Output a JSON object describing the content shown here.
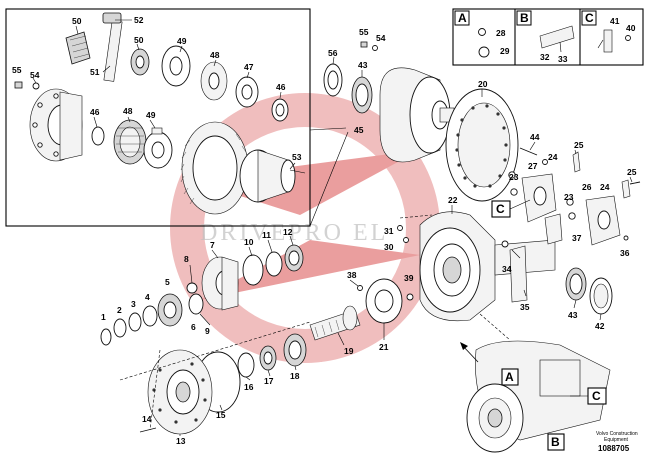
{
  "diagram": {
    "watermark": "DRIVEPRO EL",
    "footer": {
      "line1": "Volvo Construction",
      "line2": "Equipment",
      "code": "1088705"
    },
    "reference_boxes": [
      {
        "letter": "A",
        "parts": [
          "28",
          "29"
        ]
      },
      {
        "letter": "B",
        "parts": [
          "32",
          "33"
        ]
      },
      {
        "letter": "C",
        "parts": [
          "41",
          "40"
        ]
      }
    ],
    "view_labels": [
      "C",
      "A",
      "C",
      "B"
    ],
    "callouts": [
      "50",
      "52",
      "50",
      "49",
      "48",
      "47",
      "46",
      "55",
      "54",
      "51",
      "46",
      "48",
      "49",
      "53",
      "56",
      "43",
      "55",
      "54",
      "20",
      "45",
      "44",
      "25",
      "24",
      "23",
      "27",
      "26",
      "25",
      "23",
      "24",
      "22",
      "31",
      "30",
      "37",
      "36",
      "34",
      "35",
      "43",
      "42",
      "39",
      "38",
      "21",
      "19",
      "7",
      "8",
      "10",
      "11",
      "12",
      "5",
      "4",
      "3",
      "2",
      "1",
      "6",
      "9",
      "17",
      "16",
      "18",
      "15",
      "14",
      "13"
    ]
  }
}
